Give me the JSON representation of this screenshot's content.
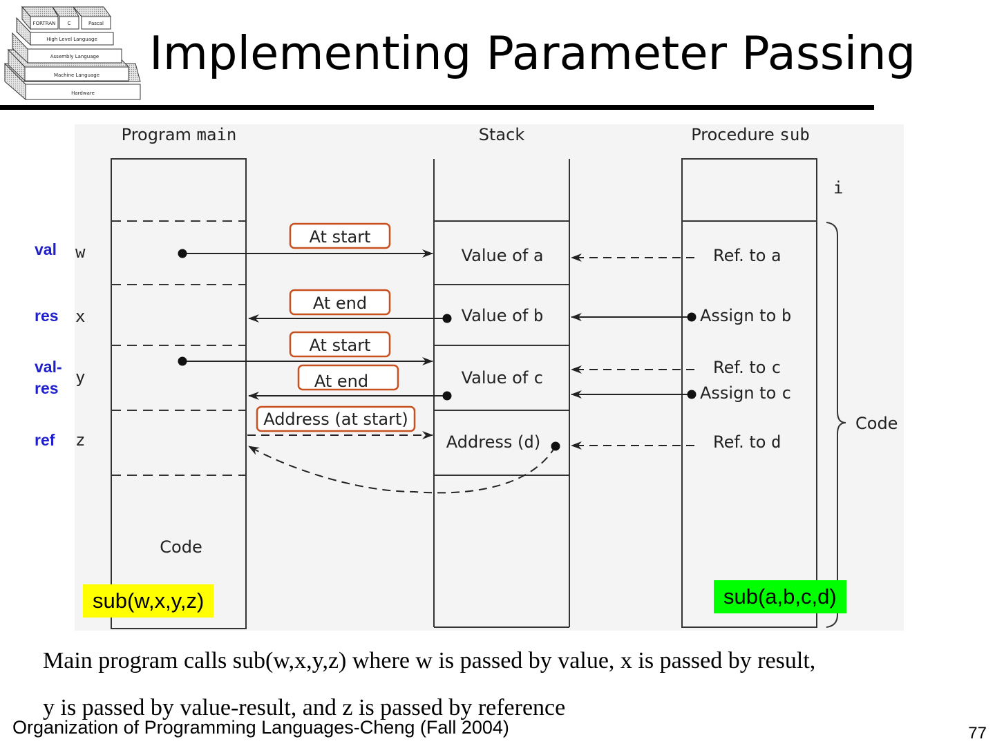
{
  "slide": {
    "title": "Implementing Parameter Passing",
    "page_number": "77",
    "footer": "Organization of Programming Languages-Cheng (Fall 2004)"
  },
  "logo": {
    "levels": [
      "Hardware",
      "Machine Language",
      "Assembly Language",
      "High Level Language"
    ],
    "top_blocks": [
      "FORTRAN",
      "C",
      "Pascal"
    ]
  },
  "diagram": {
    "headers": {
      "main_prefix": "Program ",
      "main_code": "main",
      "stack": "Stack",
      "sub_prefix": "Procedure ",
      "sub_code": "sub"
    },
    "side_labels": [
      "val",
      "res",
      "val-\nres",
      "ref"
    ],
    "main_vars": [
      "w",
      "x",
      "y",
      "z"
    ],
    "boxed_labels": [
      "At start",
      "At end",
      "At start",
      "At end",
      "Address (at start)"
    ],
    "stack_cells": [
      {
        "prefix": "Value of ",
        "code": "a"
      },
      {
        "prefix": "Value of ",
        "code": "b"
      },
      {
        "prefix": "Value of ",
        "code": "c"
      },
      {
        "prefix": "Address (",
        "code": "d",
        "suffix": ")"
      }
    ],
    "sub_cells": [
      {
        "prefix": "Ref. to ",
        "code": "a"
      },
      {
        "prefix": "Assign to ",
        "code": "b"
      },
      {
        "prefix": "Ref. to ",
        "code": "c"
      },
      {
        "prefix": "Assign to ",
        "code": "c"
      },
      {
        "prefix": "Ref. to ",
        "code": "d"
      }
    ],
    "sub_local": "i",
    "main_code_label": "Code",
    "sub_code_label": "Code",
    "main_call": "sub(w,x,y,z)",
    "sub_signature": "sub(a,b,c,d)"
  },
  "caption": [
    "Main program calls sub(w,x,y,z) where w is passed by value, x is passed by result,",
    "y is passed by value-result, and z is passed by reference"
  ],
  "colors": {
    "title": "#000000",
    "side_labels": "#1f1fcc",
    "box_outline": "#c8501e",
    "highlight_yellow": "#ffff00",
    "highlight_green": "#00ff00",
    "diagram_bg": "#f4f4f4"
  }
}
